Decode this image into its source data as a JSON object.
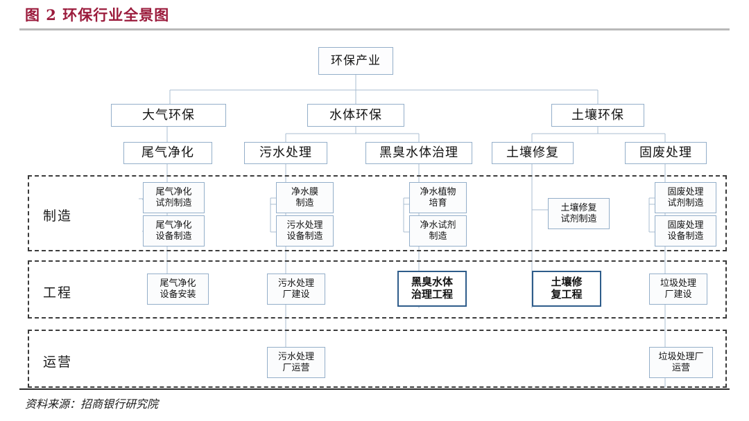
{
  "header": {
    "figure_title": "图 2  环保行业全景图"
  },
  "footer": {
    "source": "资料来源：招商银行研究院"
  },
  "colors": {
    "title": "#9b1b3c",
    "node_border": "#93aec9",
    "highlight_border": "#2e5c8a",
    "band_border": "#3a3a3a",
    "wire": "#a9bed2"
  },
  "bands": [
    {
      "label": "制造"
    },
    {
      "label": "工程"
    },
    {
      "label": "运营"
    }
  ],
  "nodes": {
    "root": "环保产业",
    "level2": [
      "大气环保",
      "水体环保",
      "土壤环保"
    ],
    "level3": [
      "尾气净化",
      "污水处理",
      "黑臭水体治理",
      "土壤修复",
      "固废处理"
    ],
    "manufacturing": [
      "尾气净化\n试剂制造",
      "尾气净化\n设备制造",
      "净水膜\n制造",
      "污水处理\n设备制造",
      "净水植物\n培育",
      "净水试剂\n制造",
      "土壤修复\n试剂制造",
      "固废处理\n试剂制造",
      "固废处理\n设备制造"
    ],
    "engineering": [
      "尾气净化\n设备安装",
      "污水处理\n厂建设",
      "黑臭水体\n治理工程",
      "土壤修\n复工程",
      "垃圾处理\n厂建设"
    ],
    "operation": [
      "污水处理\n厂运营",
      "垃圾处理厂\n运营"
    ]
  }
}
